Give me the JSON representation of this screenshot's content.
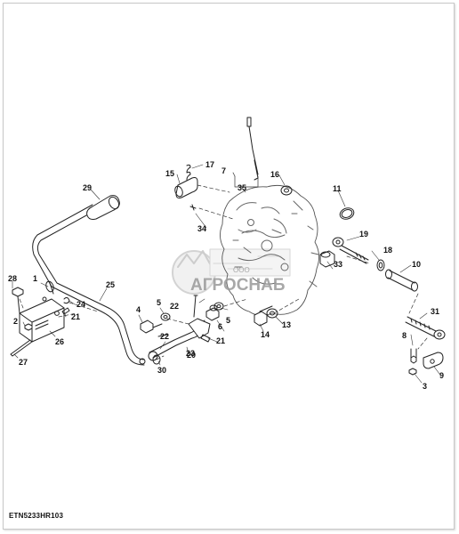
{
  "diagram": {
    "figure_code": "ETN5233HR103",
    "callouts": [
      "1",
      "2",
      "3",
      "4",
      "5",
      "5",
      "6",
      "7",
      "8",
      "9",
      "10",
      "11",
      "13",
      "14",
      "15",
      "16",
      "17",
      "18",
      "19",
      "20",
      "21",
      "21",
      "22",
      "22",
      "23",
      "24",
      "25",
      "26",
      "27",
      "28",
      "29",
      "30",
      "31",
      "33",
      "34",
      "35"
    ],
    "watermark": {
      "brand": "АГРОСНАБ",
      "prefix": "ООО"
    }
  }
}
